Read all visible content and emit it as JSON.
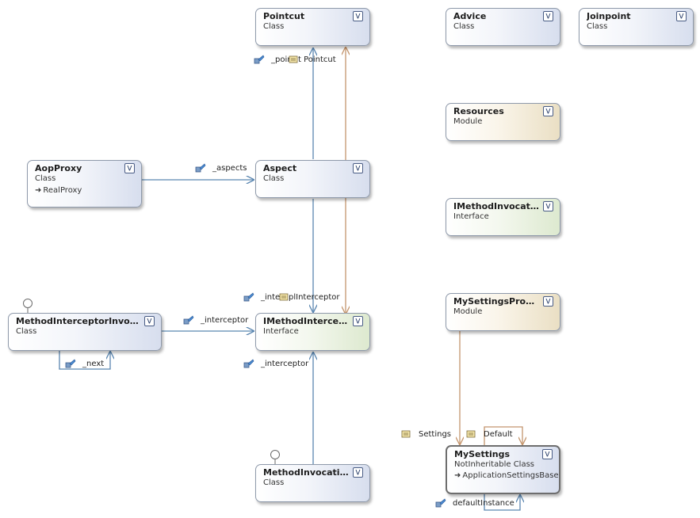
{
  "shapes": {
    "pointcut": {
      "name": "Pointcut",
      "kind": "Class"
    },
    "advice": {
      "name": "Advice",
      "kind": "Class"
    },
    "joinpoint": {
      "name": "Joinpoint",
      "kind": "Class"
    },
    "resources": {
      "name": "Resources",
      "kind": "Module"
    },
    "aopproxy": {
      "name": "AopProxy",
      "kind": "Class",
      "base": "RealProxy"
    },
    "aspect": {
      "name": "Aspect",
      "kind": "Class"
    },
    "imethodinvocation": {
      "name": "IMethodInvocation",
      "kind": "Interface"
    },
    "methodinterceptorinvoker": {
      "name": "MethodInterceptorInvoker",
      "kind": "Class"
    },
    "imethodinterceptor": {
      "name": "IMethodInterceptor",
      "kind": "Interface"
    },
    "mysettingsproperty": {
      "name": "MySettingsPrope…",
      "kind": "Module"
    },
    "methodinvocation": {
      "name": "MethodInvocation",
      "kind": "Class"
    },
    "mysettings": {
      "name": "MySettings",
      "kind": "NotInheritable Class",
      "base": "ApplicationSettingsBase"
    }
  },
  "labels": {
    "pointcut_field": "_poin",
    "pointcut_prop": "t Pointcut",
    "aspects": "_aspects",
    "interceptor_field_top": "_inte",
    "interceptor_prop": "plInterceptor",
    "interceptor_from_invoker": "_interceptor",
    "next": "_next",
    "interceptor_from_invocation": "_interceptor",
    "settings": "Settings",
    "default": "Default",
    "default_instance": "defaultInstance"
  },
  "icons": {
    "expand": "chevron-double-down-icon",
    "field": "field-icon",
    "property": "property-icon",
    "inheritance": "arrow-right-icon",
    "lollipop": "interface-lollipop-icon"
  },
  "colors": {
    "association": "#5a86b0",
    "property_link": "#c4956d",
    "class_fill": "#d7deee",
    "module_fill": "#eadfc4",
    "interface_fill": "#dde9cf",
    "border": "#8e99aa"
  }
}
